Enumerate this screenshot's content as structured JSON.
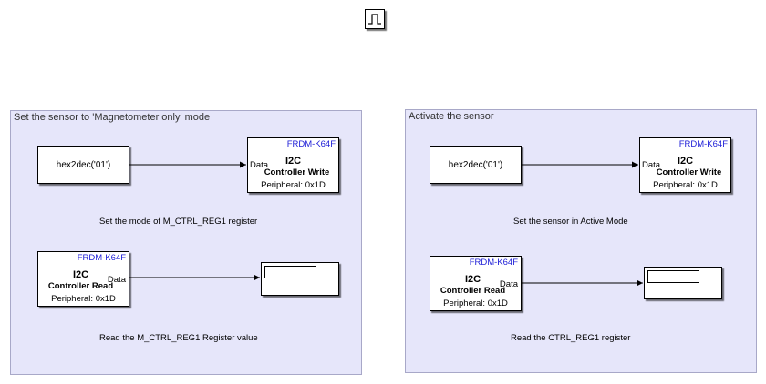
{
  "pulse_block": {
    "icon": "pulse-generator-icon"
  },
  "left_area": {
    "title": "Set the sensor to 'Magnetometer only' mode",
    "constant": {
      "label": "hex2dec('01')"
    },
    "write_block": {
      "tag": "FRDM-K64F",
      "title": "I2C",
      "subtitle": "Controller Write",
      "peripheral": "Peripheral: 0x1D",
      "port": "Data"
    },
    "write_annotation": "Set the mode of M_CTRL_REG1 register",
    "read_block": {
      "tag": "FRDM-K64F",
      "title": "I2C",
      "subtitle": "Controller Read",
      "peripheral": "Peripheral: 0x1D",
      "port": "Data"
    },
    "read_annotation": "Read the M_CTRL_REG1 Register value"
  },
  "right_area": {
    "title": "Activate the sensor",
    "constant": {
      "label": "hex2dec('01')"
    },
    "write_block": {
      "tag": "FRDM-K64F",
      "title": "I2C",
      "subtitle": "Controller Write",
      "peripheral": "Peripheral: 0x1D",
      "port": "Data"
    },
    "write_annotation": "Set the sensor in Active Mode",
    "read_block": {
      "tag": "FRDM-K64F",
      "title": "I2C",
      "subtitle": "Controller Read",
      "peripheral": "Peripheral: 0x1D",
      "port": "Data"
    },
    "read_annotation": "Read the CTRL_REG1 register"
  },
  "colors": {
    "area_fill": "#e6e6fa",
    "area_border": "#a8a8c8",
    "tag_blue": "#1b1bd6"
  }
}
